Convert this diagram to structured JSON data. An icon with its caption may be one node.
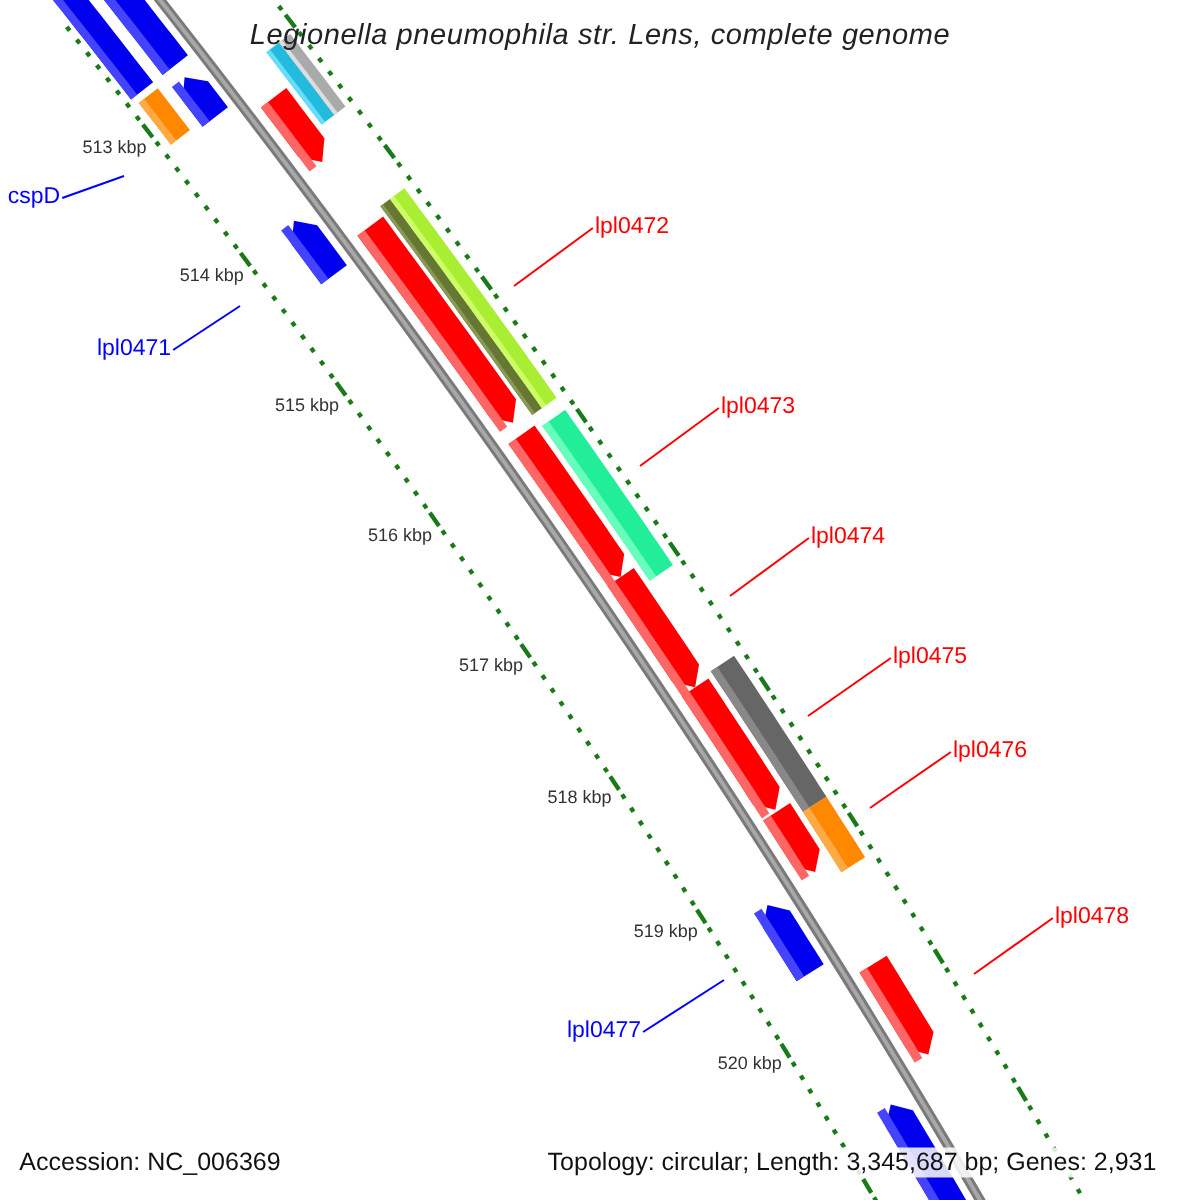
{
  "diagram": {
    "title": "Legionella pneumophila str. Lens, complete genome",
    "nodes": [
      {
        "text": [
          "cspD"
        ]
      },
      {
        "text": [
          "lpl0472"
        ]
      },
      {
        "text": [
          "lpl0471"
        ]
      },
      {
        "text": [
          "lpl0473"
        ]
      },
      {
        "text": [
          "lpl0474"
        ]
      },
      {
        "text": [
          "lpl0475"
        ]
      },
      {
        "text": [
          "lpl0476"
        ]
      },
      {
        "text": [
          "lpl0478"
        ]
      },
      {
        "text": [
          "lpl0477"
        ]
      }
    ],
    "edges": [
      {
        "from": 0,
        "to": null,
        "arrow": "none",
        "color": "#0000ff"
      },
      {
        "from": 1,
        "to": null,
        "arrow": "none"
      },
      {
        "from": 2,
        "to": null,
        "arrow": "none",
        "color": "#0000ff"
      },
      {
        "from": 3,
        "to": null,
        "arrow": "none"
      },
      {
        "from": 4,
        "to": null,
        "arrow": "none"
      },
      {
        "from": 5,
        "to": null,
        "arrow": "none"
      },
      {
        "from": 6,
        "to": null,
        "arrow": "none"
      },
      {
        "from": 7,
        "to": null,
        "arrow": "none"
      },
      {
        "from": 8,
        "to": null,
        "arrow": "none",
        "color": "#0000ff"
      }
    ],
    "labels": [
      "513 kbp",
      "514 kbp",
      "515 kbp",
      "516 kbp",
      "517 kbp",
      "518 kbp",
      "519 kbp",
      "520 kbp",
      "Accession: NC_006369",
      "Topology: circular; Length: 3,345,687 bp; Genes: 2,931"
    ]
  }
}
